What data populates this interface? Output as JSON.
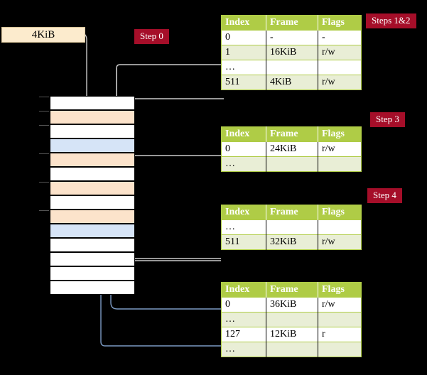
{
  "diagram": {
    "title_hidden": "",
    "source_box": {
      "label": "4KiB"
    },
    "badges": [
      {
        "id": "step0",
        "label": "Step 0"
      },
      {
        "id": "steps1_2",
        "label": "Steps 1&2"
      },
      {
        "id": "step3",
        "label": "Step 3"
      },
      {
        "id": "step4",
        "label": "Step 4"
      }
    ],
    "columns": [
      "Index",
      "Frame",
      "Flags"
    ],
    "tables": [
      {
        "id": "table-level-4",
        "rows": [
          {
            "cells": [
              "0",
              "-",
              "-"
            ],
            "alt": false,
            "highlight": [
              false,
              false,
              false
            ]
          },
          {
            "cells": [
              "1",
              "16KiB",
              "r/w"
            ],
            "alt": true,
            "highlight": [
              false,
              false,
              false
            ]
          },
          {
            "cells": [
              "…",
              "",
              ""
            ],
            "alt": false,
            "highlight": [
              false,
              false,
              false
            ]
          },
          {
            "cells": [
              "511",
              "4KiB",
              "r/w"
            ],
            "alt": true,
            "highlight": [
              true,
              true,
              true
            ]
          }
        ]
      },
      {
        "id": "table-level-3",
        "rows": [
          {
            "cells": [
              "0",
              "24KiB",
              "r/w"
            ],
            "alt": false,
            "highlight": [
              false,
              false,
              false
            ]
          },
          {
            "cells": [
              "…",
              "",
              ""
            ],
            "alt": true,
            "highlight": [
              false,
              false,
              false
            ]
          }
        ]
      },
      {
        "id": "table-level-2",
        "rows": [
          {
            "cells": [
              "…",
              "",
              ""
            ],
            "alt": false,
            "highlight": [
              false,
              false,
              false
            ]
          },
          {
            "cells": [
              "511",
              "32KiB",
              "r/w"
            ],
            "alt": true,
            "highlight": [
              false,
              false,
              false
            ]
          }
        ]
      },
      {
        "id": "table-level-1",
        "rows": [
          {
            "cells": [
              "0",
              "36KiB",
              "r/w"
            ],
            "alt": false,
            "highlight": [
              false,
              false,
              false
            ]
          },
          {
            "cells": [
              "…",
              "",
              ""
            ],
            "alt": true,
            "highlight": [
              false,
              false,
              false
            ]
          },
          {
            "cells": [
              "127",
              "12KiB",
              "r"
            ],
            "alt": false,
            "highlight": [
              false,
              false,
              false
            ]
          },
          {
            "cells": [
              "…",
              "",
              ""
            ],
            "alt": true,
            "highlight": [
              false,
              false,
              false
            ]
          }
        ]
      }
    ],
    "memory_column": {
      "cells": [
        {
          "fill": "white"
        },
        {
          "fill": "peach"
        },
        {
          "fill": "white"
        },
        {
          "fill": "blue"
        },
        {
          "fill": "peach"
        },
        {
          "fill": "white"
        },
        {
          "fill": "peach"
        },
        {
          "fill": "white"
        },
        {
          "fill": "peach"
        },
        {
          "fill": "blue"
        },
        {
          "fill": "white"
        },
        {
          "fill": "white"
        },
        {
          "fill": "white"
        },
        {
          "fill": "white"
        }
      ]
    },
    "colors": {
      "background": "#000000",
      "table_header": "#AFCC46",
      "table_alt_row": "#E9EED6",
      "badge": "#A50E29",
      "source_box": "#FCEBCD",
      "mem_peach": "#FCE3CB",
      "mem_blue": "#D6E4F7",
      "wire_gray": "#C9C9C9",
      "wire_blue": "#7C9BC4",
      "highlight": "#FAF59B"
    }
  }
}
